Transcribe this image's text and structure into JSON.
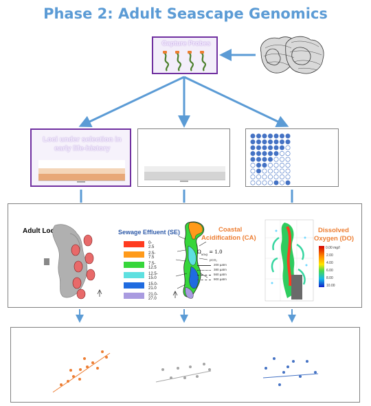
{
  "title": "Phase 2: Adult Seascape Genomics",
  "capture_probes": {
    "label": "Capture Probes"
  },
  "panels": {
    "loci_label": "Loci under selection in early life-history"
  },
  "env": {
    "adult_localities": "Adult Localities",
    "sewage_label": "Sewage Effluent (SE)",
    "sewage_legend": [
      {
        "range": "0-2.5",
        "color": "#ff3b1f"
      },
      {
        "range": "2.5-7.5",
        "color": "#ff9a1a"
      },
      {
        "range": "7.5-12.5",
        "color": "#36d63a"
      },
      {
        "range": "12.5-15.0",
        "color": "#5ee0e0"
      },
      {
        "range": "15.0-21.0",
        "color": "#1f6be0"
      },
      {
        "range": "21.0-27.0",
        "color": "#a99be0"
      }
    ],
    "ca_label_1": "Coastal",
    "ca_label_2": "Acidification (CA)",
    "omega": "Ω",
    "omega_sub": "arag",
    "omega_value": "= 1.0",
    "pco2": "pCO₂",
    "pco2_lines": [
      "200 µatm",
      "380 µatm",
      "560 µatm",
      "900 µatm"
    ],
    "do_label_1": "Dissolved",
    "do_label_2": "Oxygen (DO)",
    "do_unit": "0.00 mg/l",
    "do_ticks": [
      "2.00",
      "4.00",
      "6.00",
      "8.00",
      "10.00"
    ]
  },
  "colors": {
    "title": "#5b9bd5",
    "arrow": "#5b9bd5",
    "purple_border": "#7030a0",
    "gray_border": "#808080",
    "orange": "#ed7d31",
    "gray_dots": "#a5a5a5",
    "blue_dots": "#4472c4"
  },
  "icons": {
    "oyster": "oyster-illustration",
    "probes": "dna-probe-icon"
  }
}
